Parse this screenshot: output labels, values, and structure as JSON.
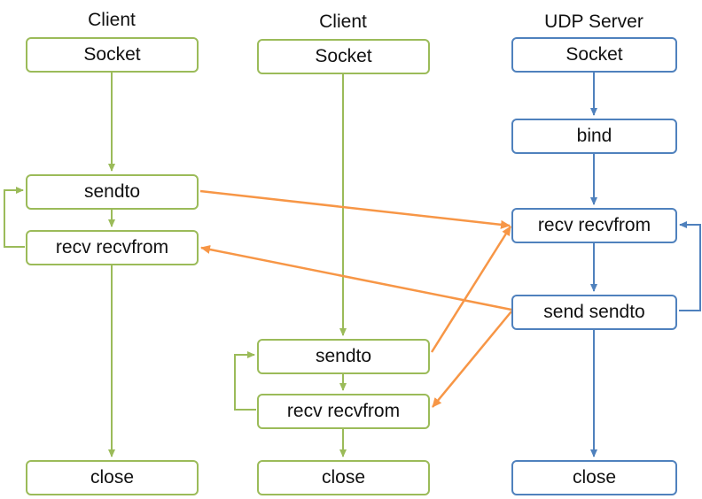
{
  "columns": {
    "client1": {
      "title": "Client",
      "socket": "Socket",
      "sendto": "sendto",
      "recv": "recv recvfrom",
      "close": "close"
    },
    "client2": {
      "title": "Client",
      "socket": "Socket",
      "sendto": "sendto",
      "recv": "recv recvfrom",
      "close": "close"
    },
    "server": {
      "title": "UDP Server",
      "socket": "Socket",
      "bind": "bind",
      "recv": "recv recvfrom",
      "send": "send sendto",
      "close": "close"
    }
  },
  "colors": {
    "client": "#9bbb59",
    "server": "#4f81bd",
    "message": "#f79646"
  }
}
